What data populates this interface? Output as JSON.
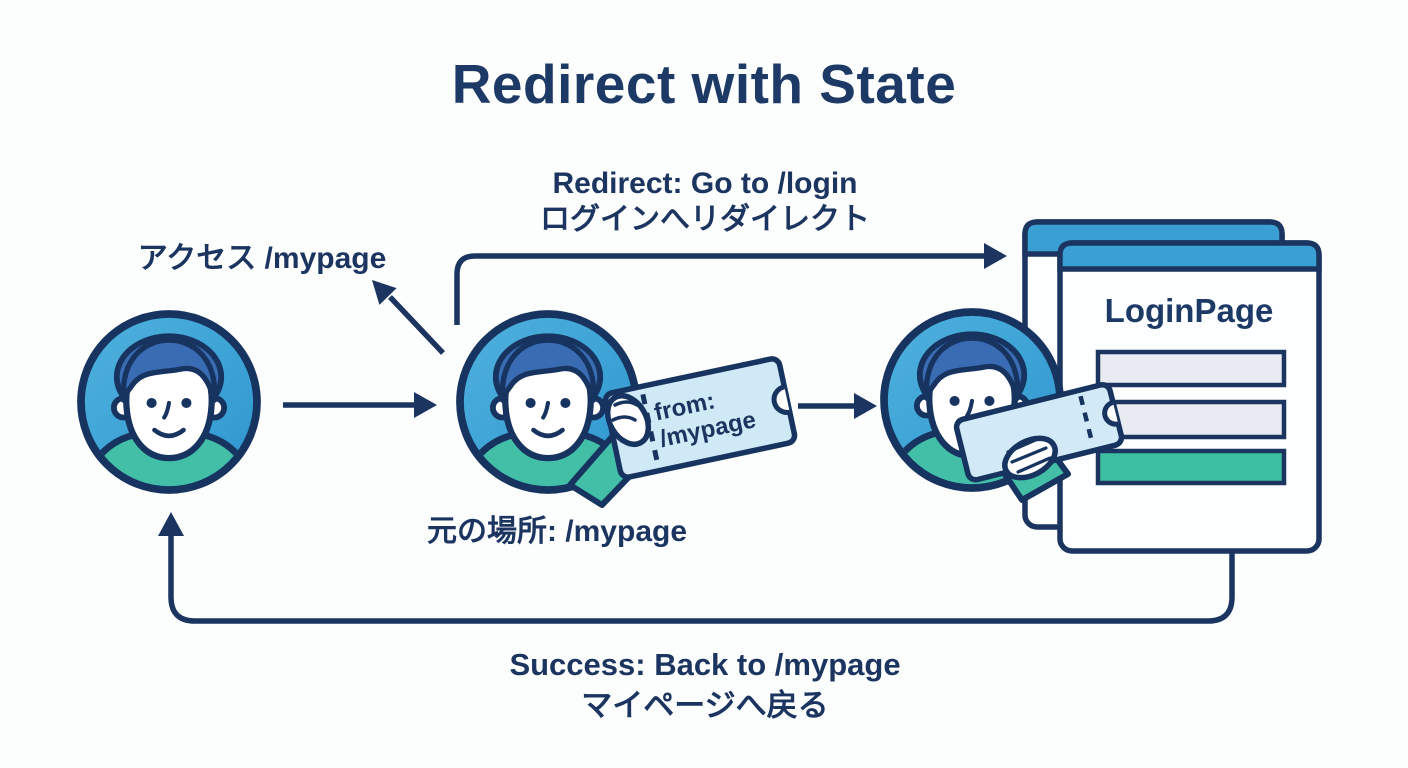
{
  "title": "Redirect with State",
  "flow": {
    "access_label": "アクセス /mypage",
    "redirect_label_en": "Redirect: Go to /login",
    "redirect_label_ja": "ログインへリダイレクト",
    "origin_label": "元の場所: /mypage",
    "success_label_en": "Success: Back to /mypage",
    "success_label_ja": "マイページへ戻る"
  },
  "ticket": {
    "line1": "from:",
    "line2": "/mypage"
  },
  "login_page": {
    "title": "LoginPage"
  },
  "colors": {
    "ink_navy": "#1b3560",
    "title_navy": "#1d3a66",
    "avatar_blue": "#3aa0d4",
    "hair_blue": "#3a6cb4",
    "shirt_teal": "#43bfa7",
    "ticket_light_blue": "#cfe9f7",
    "card_header_blue": "#3aa0d4",
    "field_gray": "#e8ecf2",
    "button_teal": "#3dc0a2",
    "background": "#fcfdfd"
  }
}
